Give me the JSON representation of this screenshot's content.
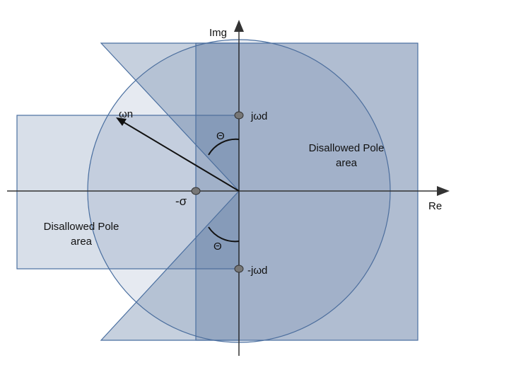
{
  "axes": {
    "real_label": "Re",
    "imag_label": "Img"
  },
  "labels": {
    "omega_n": "ωn",
    "j_omega_d": "jωd",
    "neg_j_omega_d": "-jωd",
    "neg_sigma": "-σ",
    "theta_upper": "Θ",
    "theta_lower": "Θ"
  },
  "regions": {
    "right_line1": "Disallowed Pole",
    "right_line2": "area",
    "left_line1": "Disallowed Pole",
    "left_line2": "area"
  },
  "colors": {
    "region_fill": "#4f6d99",
    "region_stroke": "#4a6fa0",
    "axis": "#333333",
    "pole_marker": "#777777"
  }
}
